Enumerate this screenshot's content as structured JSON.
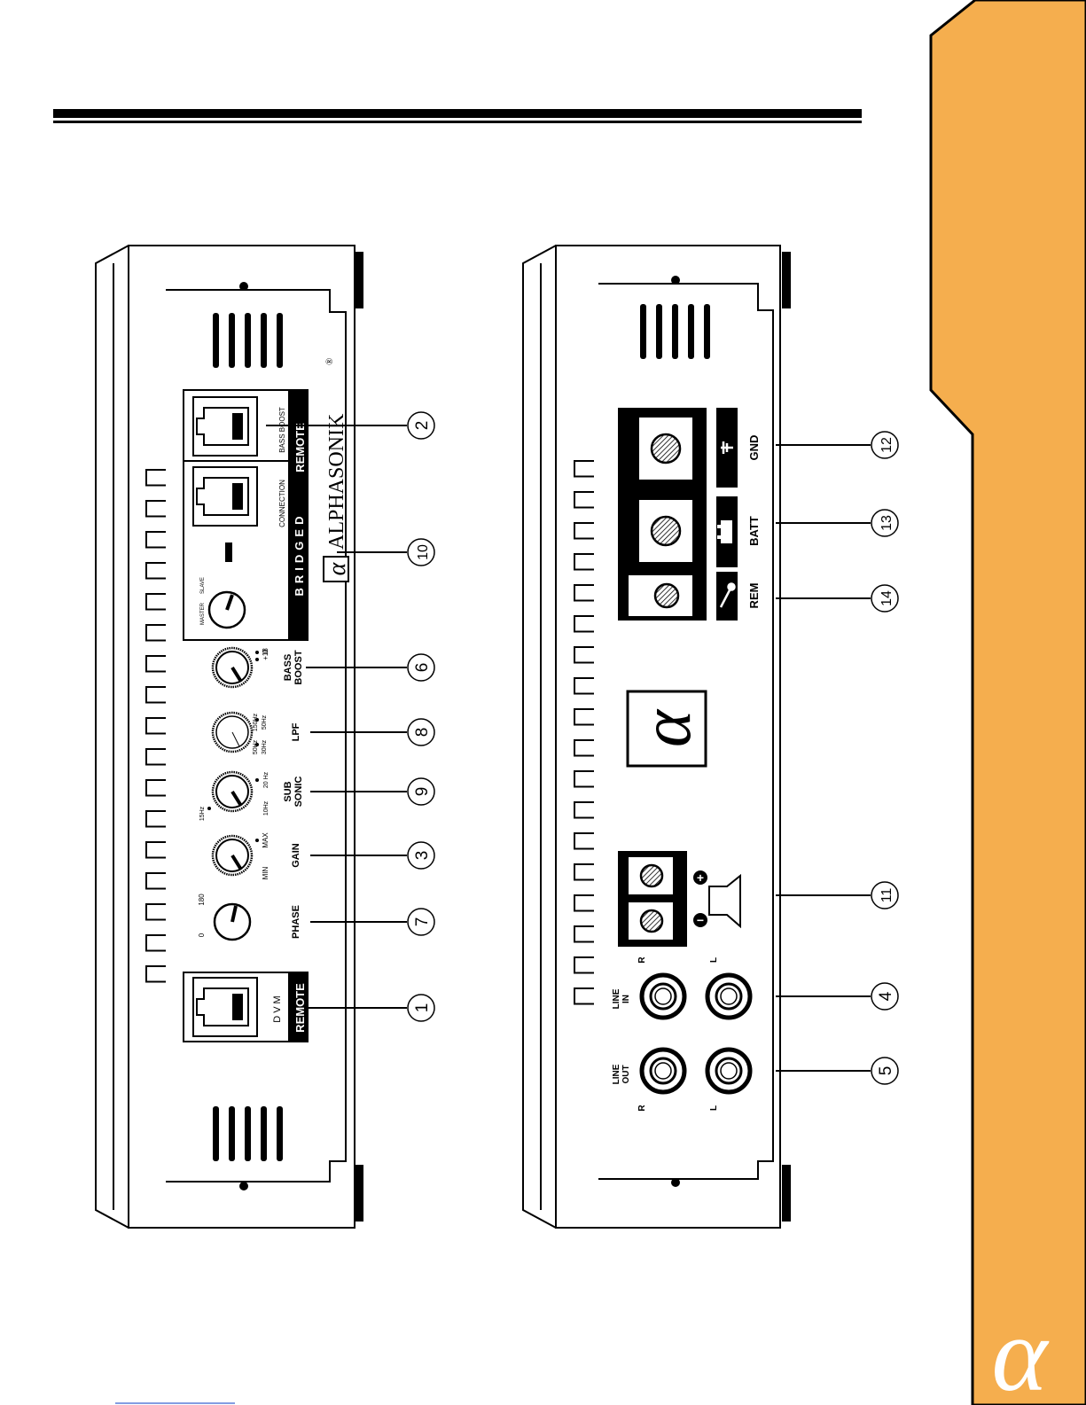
{
  "side_tab": {
    "color": "#F5AE4E",
    "logo_glyph": "α"
  },
  "front_panel": {
    "brand": "ALPHASONIK",
    "registered_mark": "®",
    "logo_glyph": "α",
    "remote_top": {
      "caption": "BASS BOOST",
      "header": "REMOTE"
    },
    "bridged": {
      "header": "BRIDGED",
      "caption": "CONNECTION",
      "left_label": "MASTER",
      "right_label": "SLAVE"
    },
    "dvm_remote": {
      "caption": "DVM",
      "header": "REMOTE"
    },
    "knobs": [
      {
        "id": "bass_boost",
        "name": "BASS BOOST",
        "scale_low": "0",
        "scale_high": "+18"
      },
      {
        "id": "lpf",
        "name": "LPF",
        "scale_low": "50Hz",
        "scale_mid_low": "30Hz",
        "scale_mid_high": "150Hz",
        "scale_high": "50Hz"
      },
      {
        "id": "subsonic",
        "name": "SUB SONIC",
        "scale_low": "10Hz",
        "scale_mid": "15Hz",
        "scale_high": "20 Hz"
      },
      {
        "id": "gain",
        "name": "GAIN",
        "scale_low": "MIN",
        "scale_high": "MAX"
      },
      {
        "id": "phase",
        "name": "PHASE",
        "scale_low": "0",
        "scale_high": "180"
      }
    ]
  },
  "rear_panel": {
    "logo_glyph": "α",
    "terminals": {
      "gnd": "GND",
      "batt": "BATT",
      "rem": "REM"
    },
    "speaker": {
      "plus": "+",
      "minus": "−"
    },
    "line_in": {
      "label": "LINE IN",
      "r": "R",
      "l": "L"
    },
    "line_out": {
      "label": "LINE OUT",
      "r": "R",
      "l": "L"
    }
  },
  "callouts": [
    "1",
    "2",
    "3",
    "4",
    "5",
    "6",
    "7",
    "8",
    "9",
    "10",
    "11",
    "12",
    "13",
    "14"
  ]
}
